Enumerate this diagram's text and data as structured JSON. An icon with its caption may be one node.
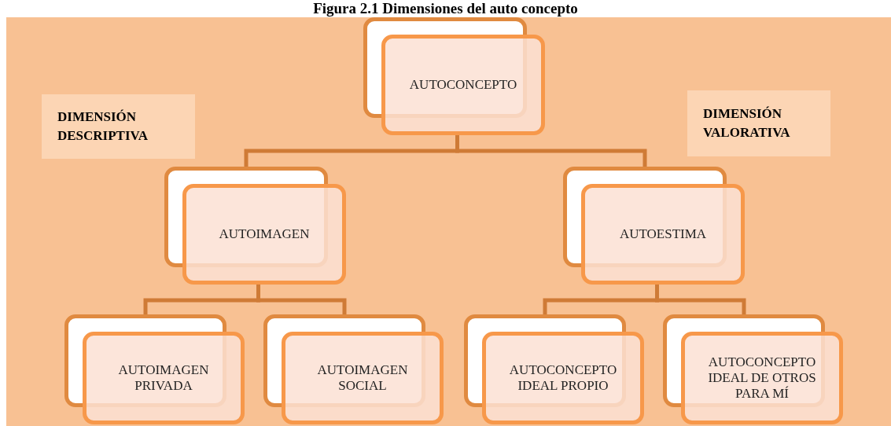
{
  "diagram": {
    "title": "Figura 2.1 Dimensiones del auto concepto",
    "nodes": [
      {
        "text": [
          "AUTOCONCEPTO"
        ]
      },
      {
        "text": [
          "DIMENSIÓN DESCRIPTIVA"
        ]
      },
      {
        "text": [
          "DIMENSIÓN VALORATIVA"
        ]
      },
      {
        "text": [
          "AUTOIMAGEN"
        ]
      },
      {
        "text": [
          "AUTOESTIMA"
        ]
      },
      {
        "text": [
          "AUTOIMAGEN PRIVADA"
        ]
      },
      {
        "text": [
          "AUTOIMAGEN SOCIAL"
        ]
      },
      {
        "text": [
          "AUTOCONCEPTO IDEAL PROPIO"
        ]
      },
      {
        "text": [
          "AUTOCONCEPTO IDEAL DE OTROS PARA MÍ"
        ]
      }
    ],
    "edges": [
      {
        "from": 0,
        "to": 3,
        "arrow": "none"
      },
      {
        "from": 0,
        "to": 4,
        "arrow": "none"
      },
      {
        "from": 3,
        "to": 5,
        "arrow": "none"
      },
      {
        "from": 3,
        "to": 6,
        "arrow": "none"
      },
      {
        "from": 4,
        "to": 7,
        "arrow": "none"
      },
      {
        "from": 4,
        "to": 8,
        "arrow": "none"
      }
    ]
  }
}
